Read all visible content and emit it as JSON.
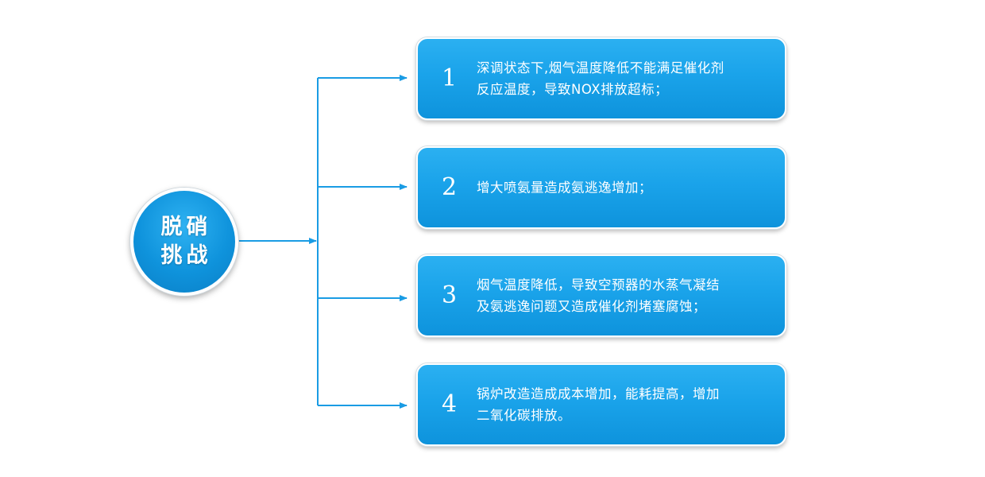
{
  "hub": {
    "line1": "脱硝",
    "line2": "挑战"
  },
  "colors": {
    "accent": "#119be2",
    "connector": "#1a9ce4",
    "text": "#ffffff"
  },
  "items": [
    {
      "number": "1",
      "line1": "深调状态下,烟气温度降低不能满足催化剂",
      "line2": "反应温度，导致NOX排放超标；"
    },
    {
      "number": "2",
      "line1": "增大喷氨量造成氨逃逸增加；",
      "line2": ""
    },
    {
      "number": "3",
      "line1": "烟气温度降低，导致空预器的水蒸气凝结",
      "line2": "及氨逃逸问题又造成催化剂堵塞腐蚀；"
    },
    {
      "number": "4",
      "line1": "锅炉改造造成成本增加，能耗提高，增加",
      "line2": "二氧化碳排放。"
    }
  ]
}
